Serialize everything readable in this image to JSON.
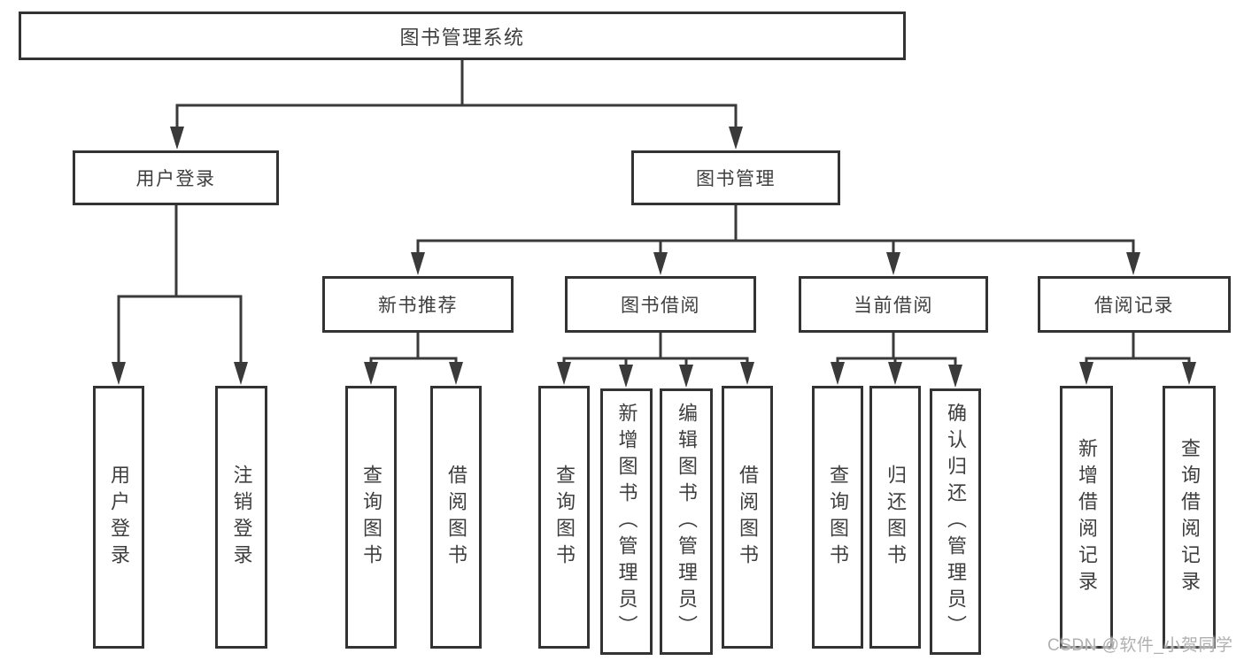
{
  "colors": {
    "line": "#3a3a3a",
    "box_border": "#333333",
    "text": "#3e3e3e",
    "watermark": "#b0b0b0",
    "background": "#ffffff"
  },
  "watermark": {
    "text": "CSDN @软件_小贺同学"
  },
  "diagram": {
    "root": {
      "label": "图书管理系统",
      "children": [
        {
          "label": "用户登录",
          "children": [
            {
              "label": "用户登录"
            },
            {
              "label": "注销登录"
            }
          ]
        },
        {
          "label": "图书管理",
          "children": [
            {
              "label": "新书推荐",
              "children": [
                {
                  "label": "查询图书"
                },
                {
                  "label": "借阅图书"
                }
              ]
            },
            {
              "label": "图书借阅",
              "children": [
                {
                  "label": "查询图书"
                },
                {
                  "label": "新增图书（管理员）"
                },
                {
                  "label": "编辑图书（管理员）"
                },
                {
                  "label": "借阅图书"
                }
              ]
            },
            {
              "label": "当前借阅",
              "children": [
                {
                  "label": "查询图书"
                },
                {
                  "label": "归还图书"
                },
                {
                  "label": "确认归还（管理员）"
                }
              ]
            },
            {
              "label": "借阅记录",
              "children": [
                {
                  "label": "新增借阅记录"
                },
                {
                  "label": "查询借阅记录"
                }
              ]
            }
          ]
        }
      ]
    }
  }
}
